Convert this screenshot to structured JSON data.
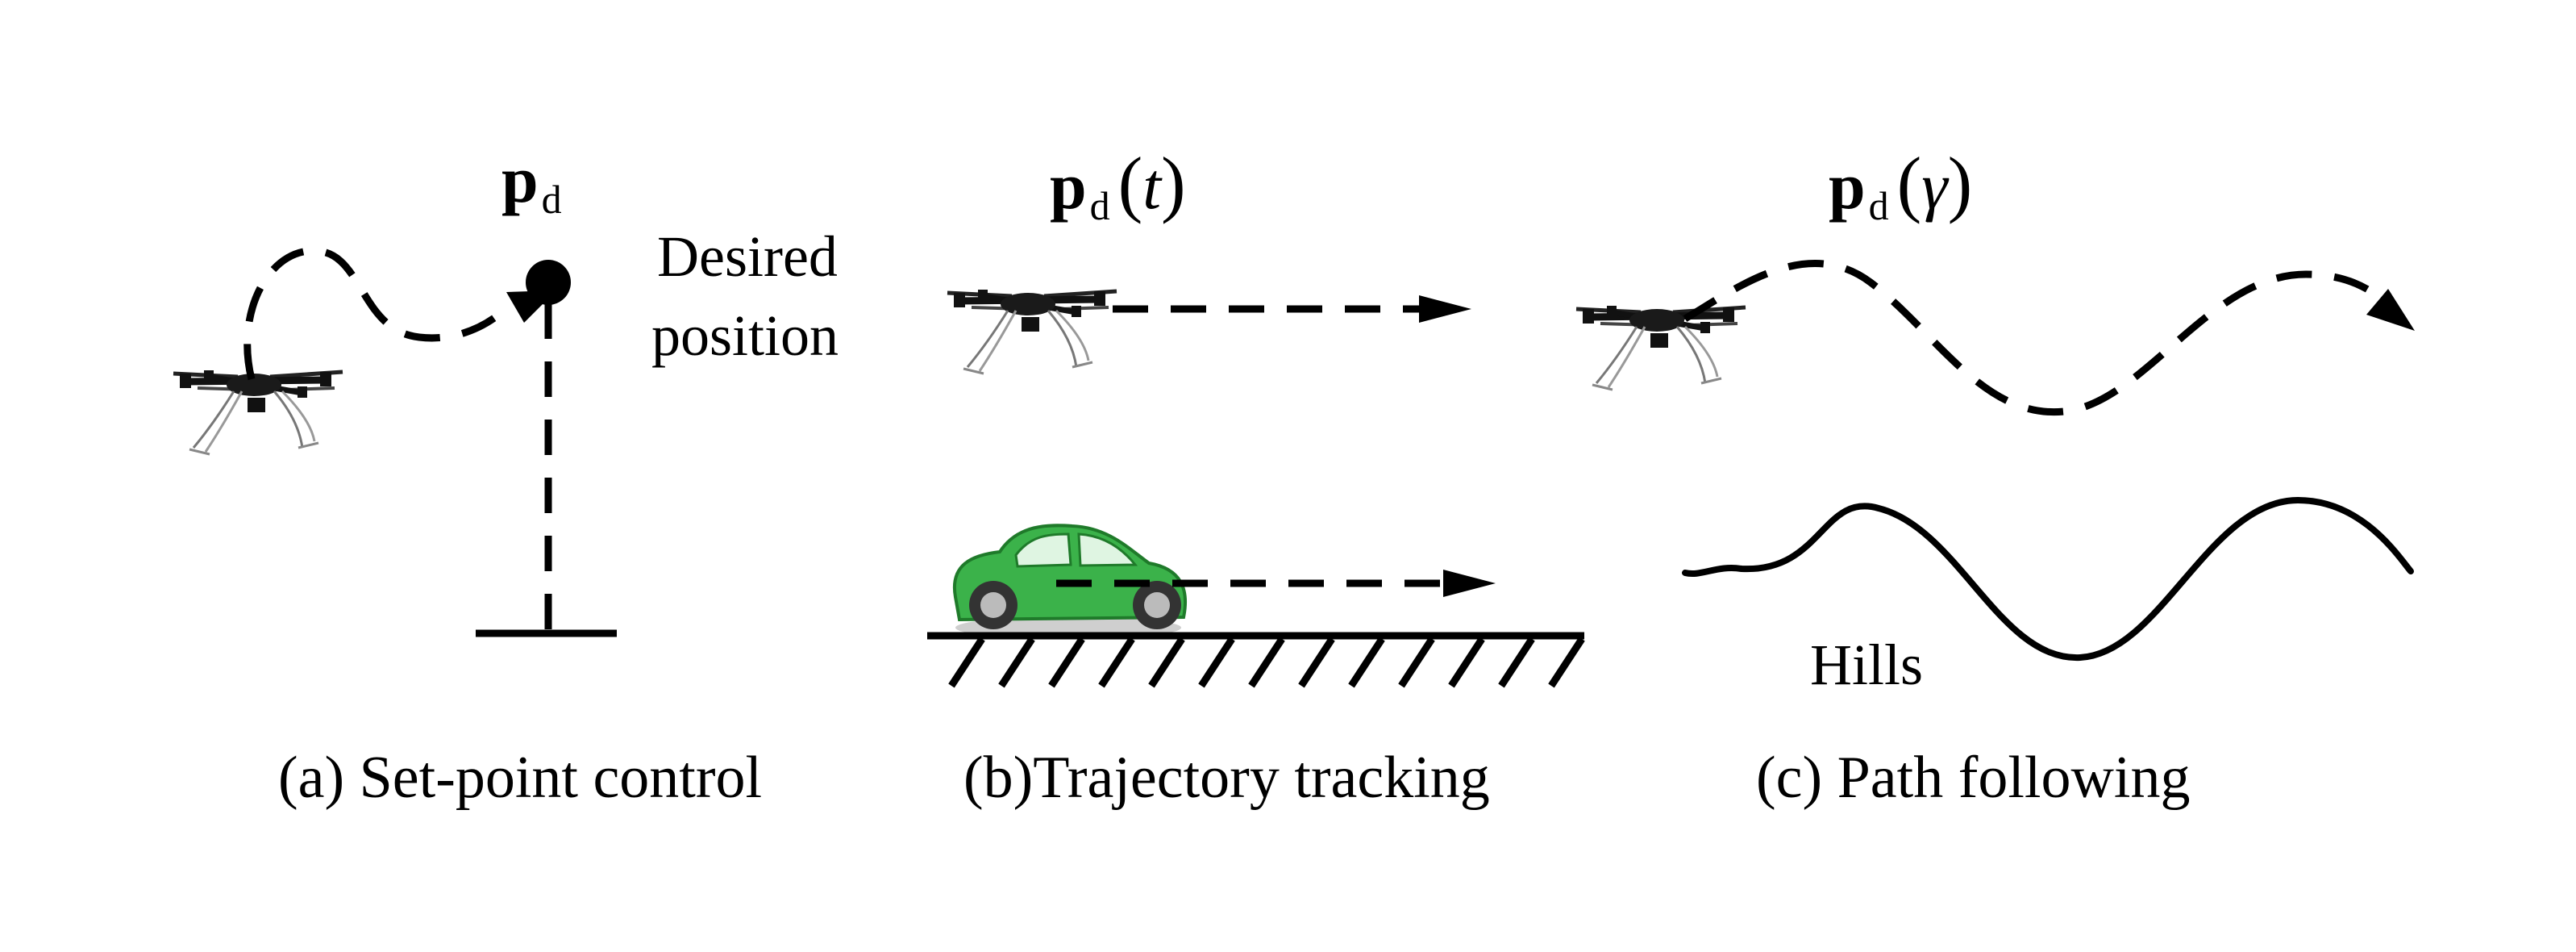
{
  "panels": {
    "a": {
      "symbol": "p",
      "subscript": "d",
      "argument": "",
      "note_line1": "Desired",
      "note_line2": "position",
      "caption": "(a) Set-point control"
    },
    "b": {
      "symbol": "p",
      "subscript": "d",
      "argument": "t",
      "caption": "(b)Trajectory tracking"
    },
    "c": {
      "symbol": "p",
      "subscript": "d",
      "argument": "γ",
      "terrain_label": "Hills",
      "caption": "(c) Path following"
    }
  },
  "icons": {
    "drone": "quadcopter-drone-icon",
    "car": "green-car-icon"
  },
  "colors": {
    "car_body": "#3bb24a",
    "car_dark": "#1f7a2a",
    "ink": "#000000"
  }
}
